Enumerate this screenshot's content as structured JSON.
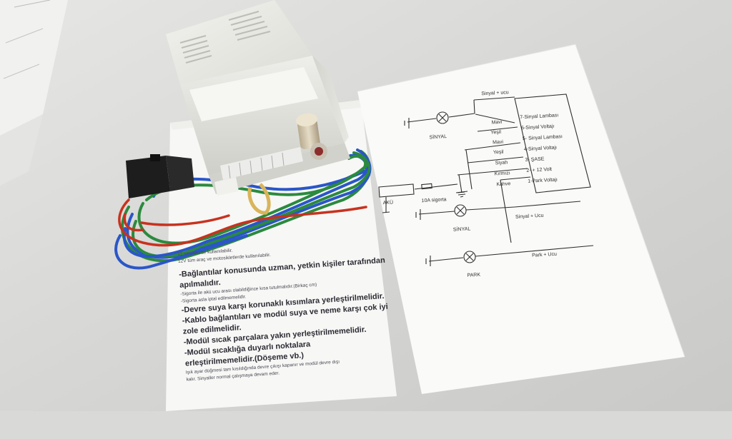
{
  "diagram": {
    "top_label": "Sinyal + ucu",
    "pins": [
      "7-Sinyal Lambası",
      "6-Sinyal Voltajı",
      "5- Sinyal Lambası",
      "4-Sinyal Voltajı",
      "3- ŞASE",
      "2- + 12 Volt",
      "1-Park Voltajı"
    ],
    "wire_colors": [
      "Mavi",
      "Yeşil",
      "Mavi",
      "Yeşil",
      "Siyah",
      "Kırmızı",
      "Kahve"
    ],
    "battery_label": "AKÜ",
    "fuse_label": "10A sigorta",
    "lamp_labels": [
      "SİNYAL",
      "SİNYAL",
      "PARK"
    ],
    "bottom_labels": [
      "Sinyal + Ucu",
      "Park + Ucu"
    ]
  },
  "manual": {
    "small_lines": [
      "12 sinyallerde kullanılabilir.",
      "12V tüm araç ve motosikletlerde kullanılabilir."
    ],
    "bold_lines": [
      "-Bağlantılar konusunda uzman, yetkin kişiler tarafından",
      "apılmalıdır."
    ],
    "note_lines": [
      "-Sigorta ile akü ucu arası olabildiğince kısa tutulmalıdır.(Birkaç cm)",
      "-Sigorta asla iptal edilmemelidir."
    ],
    "bold_lines_2": [
      "-Devre suya karşı korunaklı kısımlara yerleştirilmelidir.",
      "-Kablo bağlantıları ve modül  suya ve neme karşı çok iyi",
      "zole edilmelidir.",
      "-Modül sıcak parçalara yakın yerleştirilmemelidir.",
      "-Modül sıcaklığa duyarlı noktalara",
      "erleştirilmemelidir.(Döşeme vb.)"
    ],
    "footer_lines": [
      "Işık ayar düğmesi tam kısıldığında devre çıkışı kapanır ve modül devre dışı",
      "kalır. Sinyaller normal çalışmaya devam eder."
    ]
  }
}
